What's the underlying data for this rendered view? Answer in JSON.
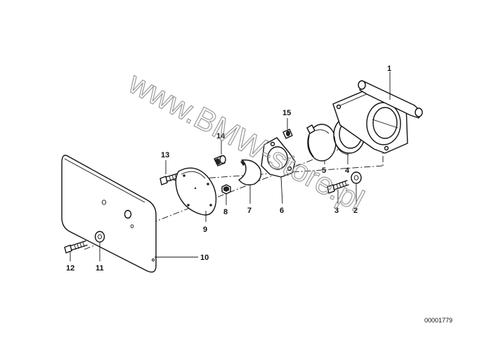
{
  "watermark": "www.BMW-store.pl",
  "diagram_number": "00001779",
  "callouts": {
    "p1": "1",
    "p2": "2",
    "p3": "3",
    "p4": "4",
    "p5": "5",
    "p6": "6",
    "p7": "7",
    "p8": "8",
    "p9": "9",
    "p10": "10",
    "p11": "11",
    "p12": "12",
    "p13": "13",
    "p14": "14",
    "p15": "15"
  }
}
